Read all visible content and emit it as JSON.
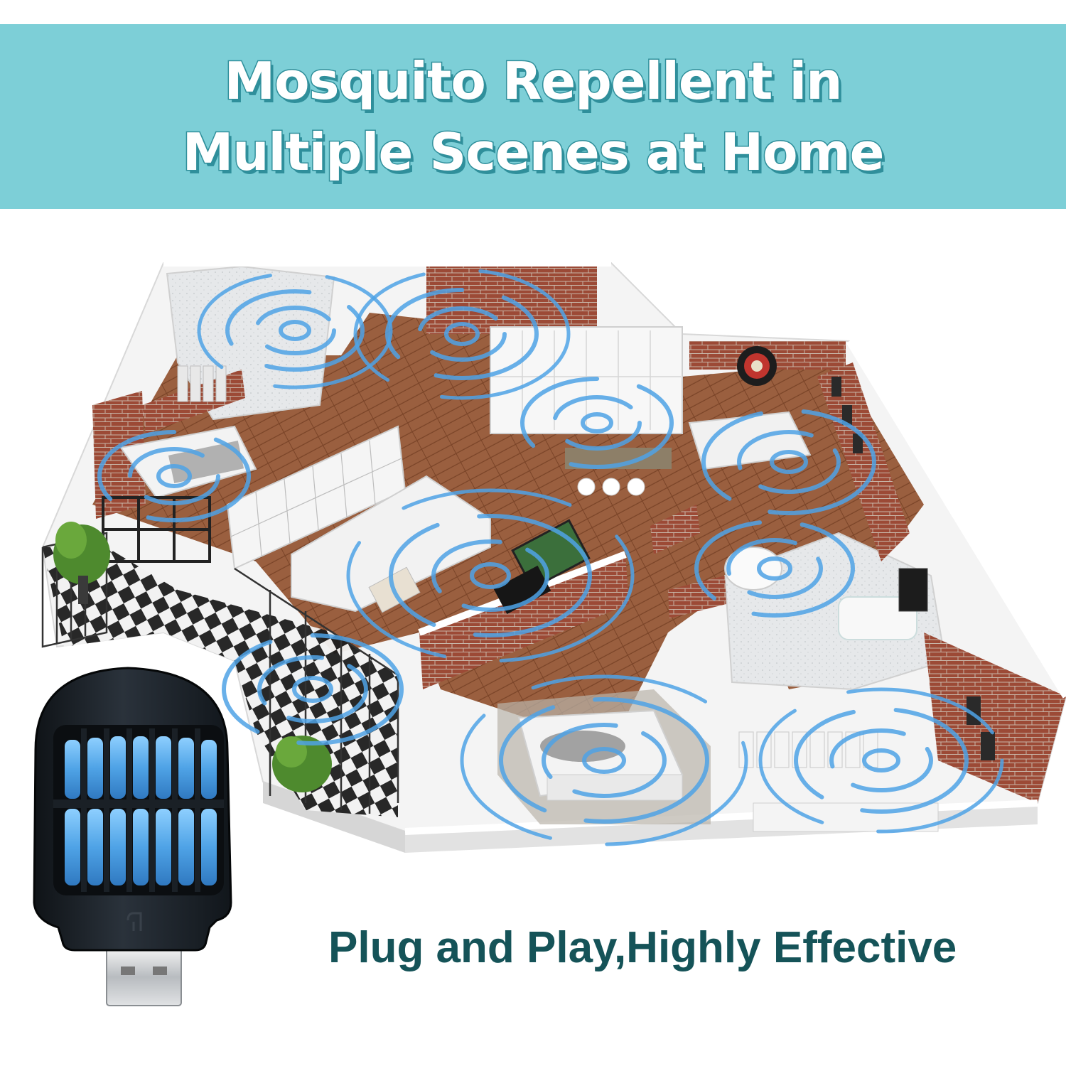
{
  "banner": {
    "title_line1": "Mosquito Repellent in",
    "title_line2": "Multiple Scenes at Home",
    "background_color": "#7dcfd7",
    "text_stroke_color": "#2f8f9b"
  },
  "tagline": {
    "text": "Plug and Play,Highly Effective",
    "color": "#155358"
  },
  "illustration": {
    "wave_color": "#4fa3e6",
    "floor_color": "#9a5f3f",
    "brick_color": "#9c4a36"
  },
  "device": {
    "body_color": "#1f252c",
    "light_color": "#5fb4f0"
  }
}
